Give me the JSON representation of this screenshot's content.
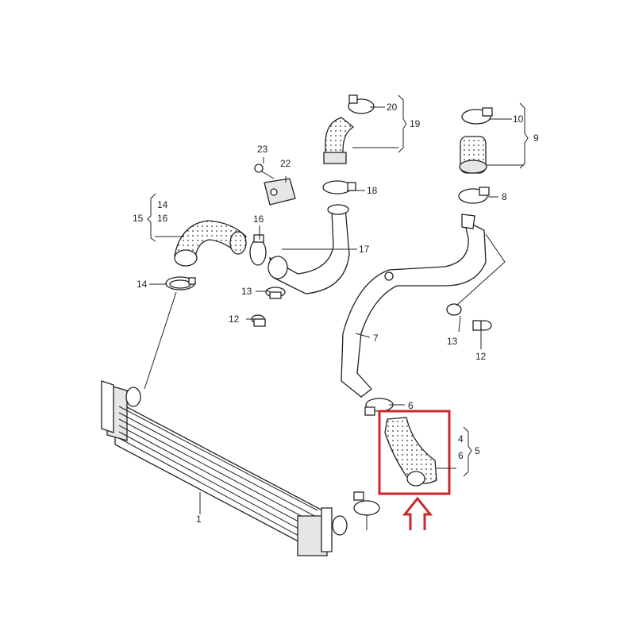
{
  "colors": {
    "highlight": "#c9282d",
    "line": "#222222"
  },
  "labels": {
    "p1": "1",
    "p4": "4",
    "p5": "5",
    "p6a": "6",
    "p6b": "6",
    "p7": "7",
    "p8": "8",
    "p9": "9",
    "p10": "10",
    "p12a": "12",
    "p12b": "12",
    "p13a": "13",
    "p13b": "13",
    "p14a": "14",
    "p14b": "14",
    "p15": "15",
    "p16a": "16",
    "p16b": "16",
    "p17": "17",
    "p18": "18",
    "p19": "19",
    "p20": "20",
    "p22": "22",
    "p23": "23"
  }
}
